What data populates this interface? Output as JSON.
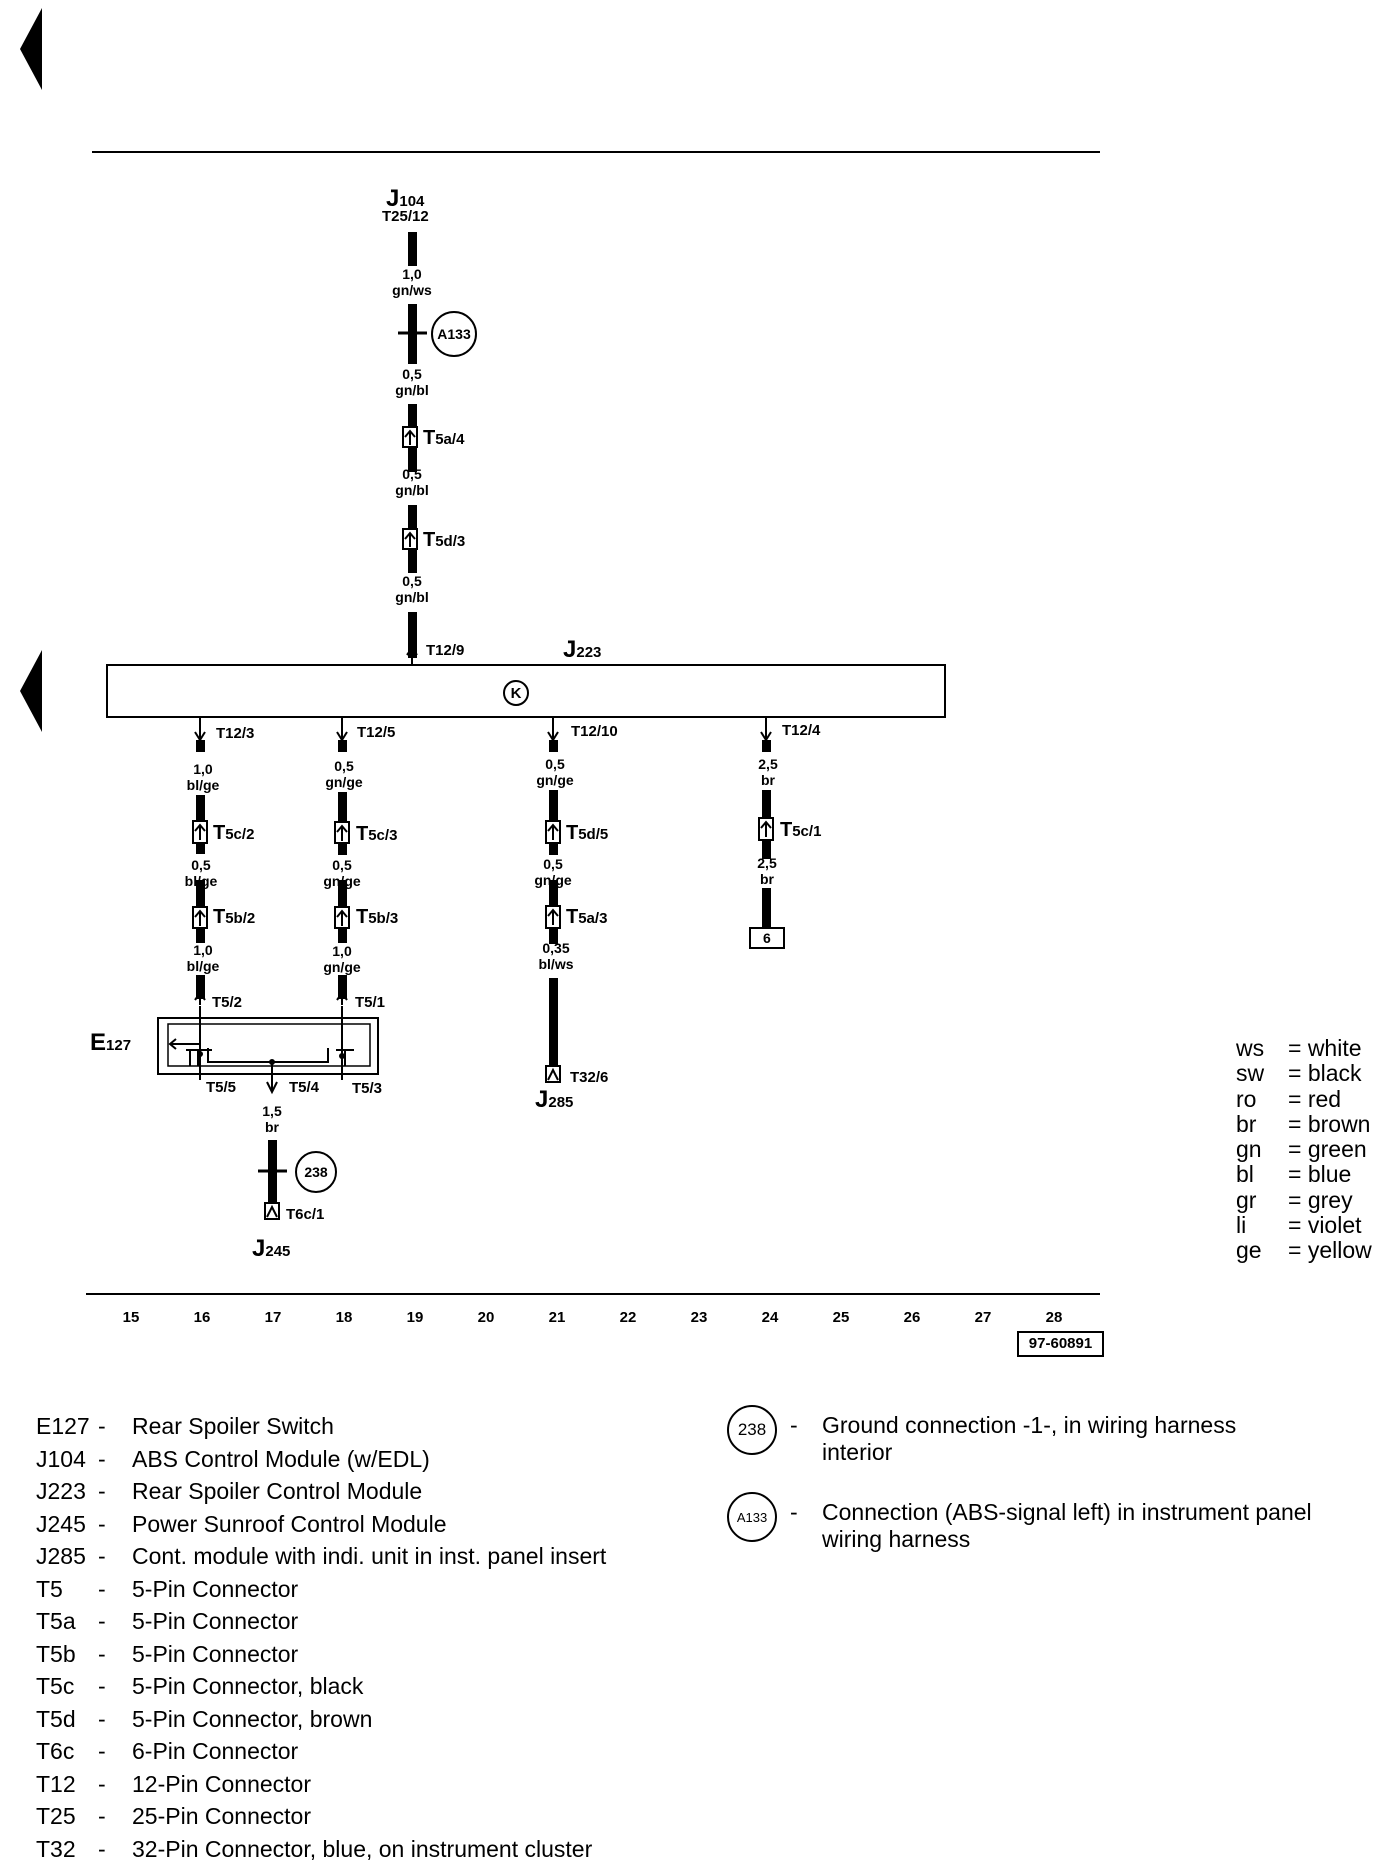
{
  "components": {
    "j104": {
      "id": "J",
      "sub": "104",
      "pin": "T25/12"
    },
    "j223": {
      "id": "J",
      "sub": "223"
    },
    "j285": {
      "id": "J",
      "sub": "285"
    },
    "j245": {
      "id": "J",
      "sub": "245"
    },
    "e127": {
      "id": "E",
      "sub": "127"
    }
  },
  "wires": {
    "w1": {
      "size": "1,0",
      "color": "gn/ws"
    },
    "w2": {
      "size": "0,5",
      "color": "gn/bl"
    },
    "w3": {
      "size": "0,5",
      "color": "gn/bl"
    },
    "w4": {
      "size": "0,5",
      "color": "gn/bl"
    },
    "c16a": {
      "size": "1,0",
      "color": "bl/ge"
    },
    "c16b": {
      "size": "0,5",
      "color": "bl/ge"
    },
    "c16c": {
      "size": "1,0",
      "color": "bl/ge"
    },
    "c18a": {
      "size": "0,5",
      "color": "gn/ge"
    },
    "c18b": {
      "size": "0,5",
      "color": "gn/ge"
    },
    "c18c": {
      "size": "1,0",
      "color": "gn/ge"
    },
    "c21a": {
      "size": "0,5",
      "color": "gn/ge"
    },
    "c21b": {
      "size": "0,5",
      "color": "gn/ge"
    },
    "c21c": {
      "size": "0,35",
      "color": "bl/ws"
    },
    "c24a": {
      "size": "2,5",
      "color": "br"
    },
    "c24b": {
      "size": "2,5",
      "color": "br"
    },
    "c17": {
      "size": "1,5",
      "color": "br"
    }
  },
  "connectors": {
    "t5a4": {
      "main": "T",
      "sub": "5a/4"
    },
    "t5d3": {
      "main": "T",
      "sub": "5d/3"
    },
    "t5c2": {
      "main": "T",
      "sub": "5c/2"
    },
    "t5b2": {
      "main": "T",
      "sub": "5b/2"
    },
    "t5c3": {
      "main": "T",
      "sub": "5c/3"
    },
    "t5b3": {
      "main": "T",
      "sub": "5b/3"
    },
    "t5d5": {
      "main": "T",
      "sub": "5d/5"
    },
    "t5a3": {
      "main": "T",
      "sub": "5a/3"
    },
    "t5c1": {
      "main": "T",
      "sub": "5c/1"
    }
  },
  "pins": {
    "t12_9": "T12/9",
    "t12_3": "T12/3",
    "t12_5": "T12/5",
    "t12_10": "T12/10",
    "t12_4": "T12/4",
    "t5_2": "T5/2",
    "t5_1": "T5/1",
    "t5_5": "T5/5",
    "t5_4": "T5/4",
    "t5_3": "T5/3",
    "t32_6": "T32/6",
    "t6c_1": "T6c/1"
  },
  "symbols": {
    "a133": "A133",
    "g238": "238",
    "fuse_ref": "6",
    "k_mark": "K"
  },
  "columns": [
    "15",
    "16",
    "17",
    "18",
    "19",
    "20",
    "21",
    "22",
    "23",
    "24",
    "25",
    "26",
    "27",
    "28"
  ],
  "doc_number": "97-60891",
  "color_codes": [
    {
      "abbr": "ws",
      "name": "= white"
    },
    {
      "abbr": "sw",
      "name": "= black"
    },
    {
      "abbr": "ro",
      "name": "= red"
    },
    {
      "abbr": "br",
      "name": "= brown"
    },
    {
      "abbr": "gn",
      "name": "= green"
    },
    {
      "abbr": "bl",
      "name": "= blue"
    },
    {
      "abbr": "gr",
      "name": "= grey"
    },
    {
      "abbr": "li",
      "name": "= violet"
    },
    {
      "abbr": "ge",
      "name": "= yellow"
    }
  ],
  "legend": [
    {
      "code": "E127",
      "dash": "-",
      "desc": "Rear Spoiler Switch"
    },
    {
      "code": "J104",
      "dash": "-",
      "desc": "ABS Control Module (w/EDL)"
    },
    {
      "code": "J223",
      "dash": "-",
      "desc": "Rear Spoiler Control Module"
    },
    {
      "code": "J245",
      "dash": "-",
      "desc": "Power Sunroof Control Module"
    },
    {
      "code": "J285",
      "dash": "-",
      "desc": "Cont. module with indi. unit in inst. panel insert"
    },
    {
      "code": "T5",
      "dash": "-",
      "desc": "5-Pin Connector"
    },
    {
      "code": "T5a",
      "dash": "-",
      "desc": "5-Pin Connector"
    },
    {
      "code": "T5b",
      "dash": "-",
      "desc": "5-Pin Connector"
    },
    {
      "code": "T5c",
      "dash": "-",
      "desc": "5-Pin Connector, black"
    },
    {
      "code": "T5d",
      "dash": "-",
      "desc": "5-Pin Connector, brown"
    },
    {
      "code": "T6c",
      "dash": "-",
      "desc": "6-Pin Connector"
    },
    {
      "code": "T12",
      "dash": "-",
      "desc": "12-Pin Connector"
    },
    {
      "code": "T25",
      "dash": "-",
      "desc": "25-Pin Connector"
    },
    {
      "code": "T32",
      "dash": "-",
      "desc": "32-Pin Connector, blue, on instrument cluster"
    }
  ],
  "symbol_legend": [
    {
      "symbol": "238",
      "dash": "-",
      "line1": "Ground connection -1-, in wiring harness",
      "line2": "interior"
    },
    {
      "symbol": "A133",
      "dash": "-",
      "line1": "Connection (ABS-signal left) in instrument panel",
      "line2": "wiring harness"
    }
  ]
}
